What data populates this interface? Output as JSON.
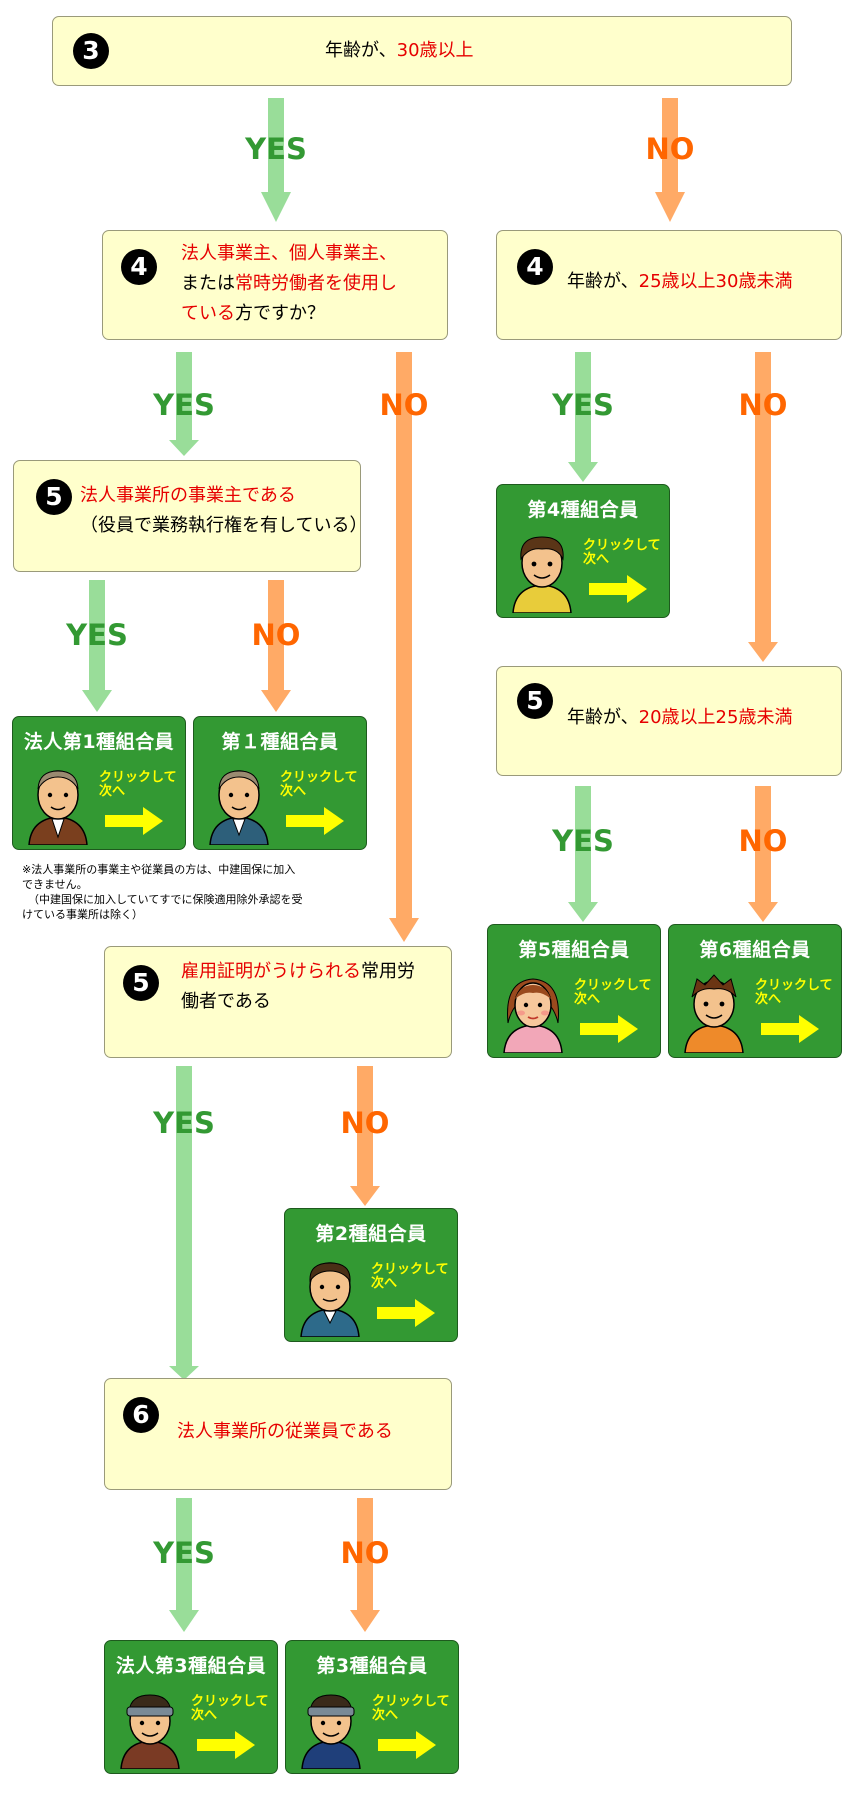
{
  "questions": {
    "q3": {
      "number": "3",
      "text": "年齢が、",
      "highlight": "30歳以上"
    },
    "q4a": {
      "number": "4",
      "line1": "法人事業主、個人事業主、",
      "line2_pre": "または",
      "line2_red": "常時労働者を使用し",
      "line3_red": "ている",
      "line3_post": "方ですか？"
    },
    "q4b": {
      "number": "4",
      "text": "年齢が、",
      "highlight": "25歳以上30歳未満"
    },
    "q5a": {
      "number": "5",
      "highlight": "法人事業所の事業主である",
      "line2": "（役員で業務執行権を有している）"
    },
    "q5b": {
      "number": "5",
      "text": "年齢が、",
      "highlight": "20歳以上25歳未満"
    },
    "q5c": {
      "number": "5",
      "red": "雇用証明がうけられる",
      "black": "常用労",
      "line2": "働者である"
    },
    "q6": {
      "number": "6",
      "highlight": "法人事業所の従業員である"
    }
  },
  "labels": {
    "yes": "YES",
    "no": "NO"
  },
  "cards": {
    "c_houjin1": {
      "title": "法人第1種組合員",
      "click_line1": "クリックして",
      "click_line2": "次へ",
      "avatar": "elderly-man-suit-avatar"
    },
    "c_1": {
      "title": "第１種組合員",
      "click_line1": "クリックして",
      "click_line2": "次へ",
      "avatar": "elderly-man-blue-avatar"
    },
    "c_4": {
      "title": "第4種組合員",
      "click_line1": "クリックして",
      "click_line2": "次へ",
      "avatar": "young-man-yellow-avatar"
    },
    "c_5": {
      "title": "第5種組合員",
      "click_line1": "クリックして",
      "click_line2": "次へ",
      "avatar": "woman-pink-avatar"
    },
    "c_6": {
      "title": "第6種組合員",
      "click_line1": "クリックして",
      "click_line2": "次へ",
      "avatar": "young-man-orange-avatar"
    },
    "c_2": {
      "title": "第2種組合員",
      "click_line1": "クリックして",
      "click_line2": "次へ",
      "avatar": "man-blue-workwear-avatar"
    },
    "c_houjin3": {
      "title": "法人第3種組合員",
      "click_line1": "クリックして",
      "click_line2": "次へ",
      "avatar": "worker-headband-avatar"
    },
    "c_3": {
      "title": "第3種組合員",
      "click_line1": "クリックして",
      "click_line2": "次へ",
      "avatar": "worker-headband-blue-avatar"
    }
  },
  "note": {
    "line1": "※法人事業所の事業主や従業員の方は、中建国保に加入",
    "line2": "できません。",
    "line3": "（中建国保に加入していてすでに保険適用除外承認を受",
    "line4": "けている事業所は除く）"
  },
  "colors": {
    "yes_arrow": "#99dd99",
    "no_arrow": "#ffaa66",
    "yes_text": "#339933",
    "no_text": "#ff6600",
    "card_bg": "#339933",
    "question_bg": "#ffffcc",
    "highlight": "#e60000",
    "click_arrow": "#ffff00"
  }
}
